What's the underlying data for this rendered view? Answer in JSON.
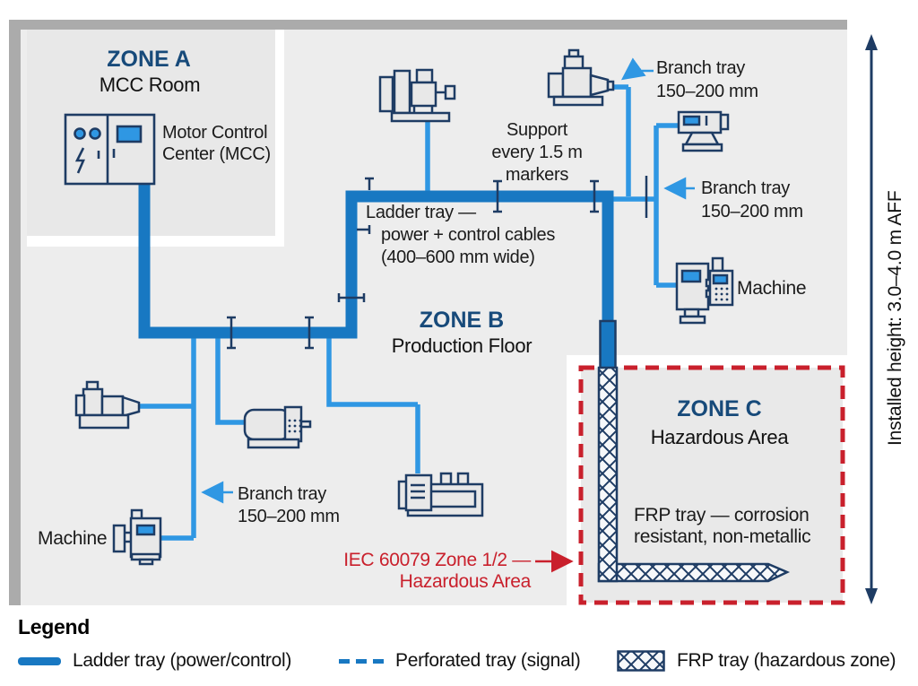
{
  "zones": {
    "a": {
      "title": "ZONE A",
      "subtitle": "MCC Room",
      "mcc_label": "Motor Control\nCenter (MCC)"
    },
    "b": {
      "title": "ZONE B",
      "subtitle": "Production Floor"
    },
    "c": {
      "title": "ZONE C",
      "subtitle": "Hazardous Area",
      "frp_label": "FRP tray — corrosion\nresistant, non-metallic",
      "iec_callout": "IEC 60079 Zone 1/2 —\nHazardous Area"
    }
  },
  "callouts": {
    "branch_tray_top_right": "Branch tray\n150–200 mm",
    "branch_tray_right": "Branch tray\n150–200 mm",
    "branch_tray_bottom_left": "Branch tray\n150–200 mm",
    "support_markers": "Support\nevery 1.5 m\nmarkers",
    "ladder_tray": "Ladder tray —\npower + control cables\n(400–600 mm wide)",
    "machine_right": "Machine",
    "machine_bottom_left": "Machine",
    "installed_height": "Installed height: 3.0–4.0 m AFF"
  },
  "legend": {
    "heading": "Legend",
    "items": [
      {
        "id": "ladder",
        "label": "Ladder tray (power/control)"
      },
      {
        "id": "perforated",
        "label": "Perforated tray (signal)"
      },
      {
        "id": "frp",
        "label": "FRP tray (hazardous zone)"
      }
    ]
  },
  "colors": {
    "ladder_tray_blue": "#1878c2",
    "branch_tray_blue": "#2f97e3",
    "outline_navy": "#1e3c64",
    "zone_title_navy": "#174a7a",
    "hazard_red": "#c9202c",
    "frame_gray": "#ababab",
    "floor_gray": "#ededed"
  }
}
